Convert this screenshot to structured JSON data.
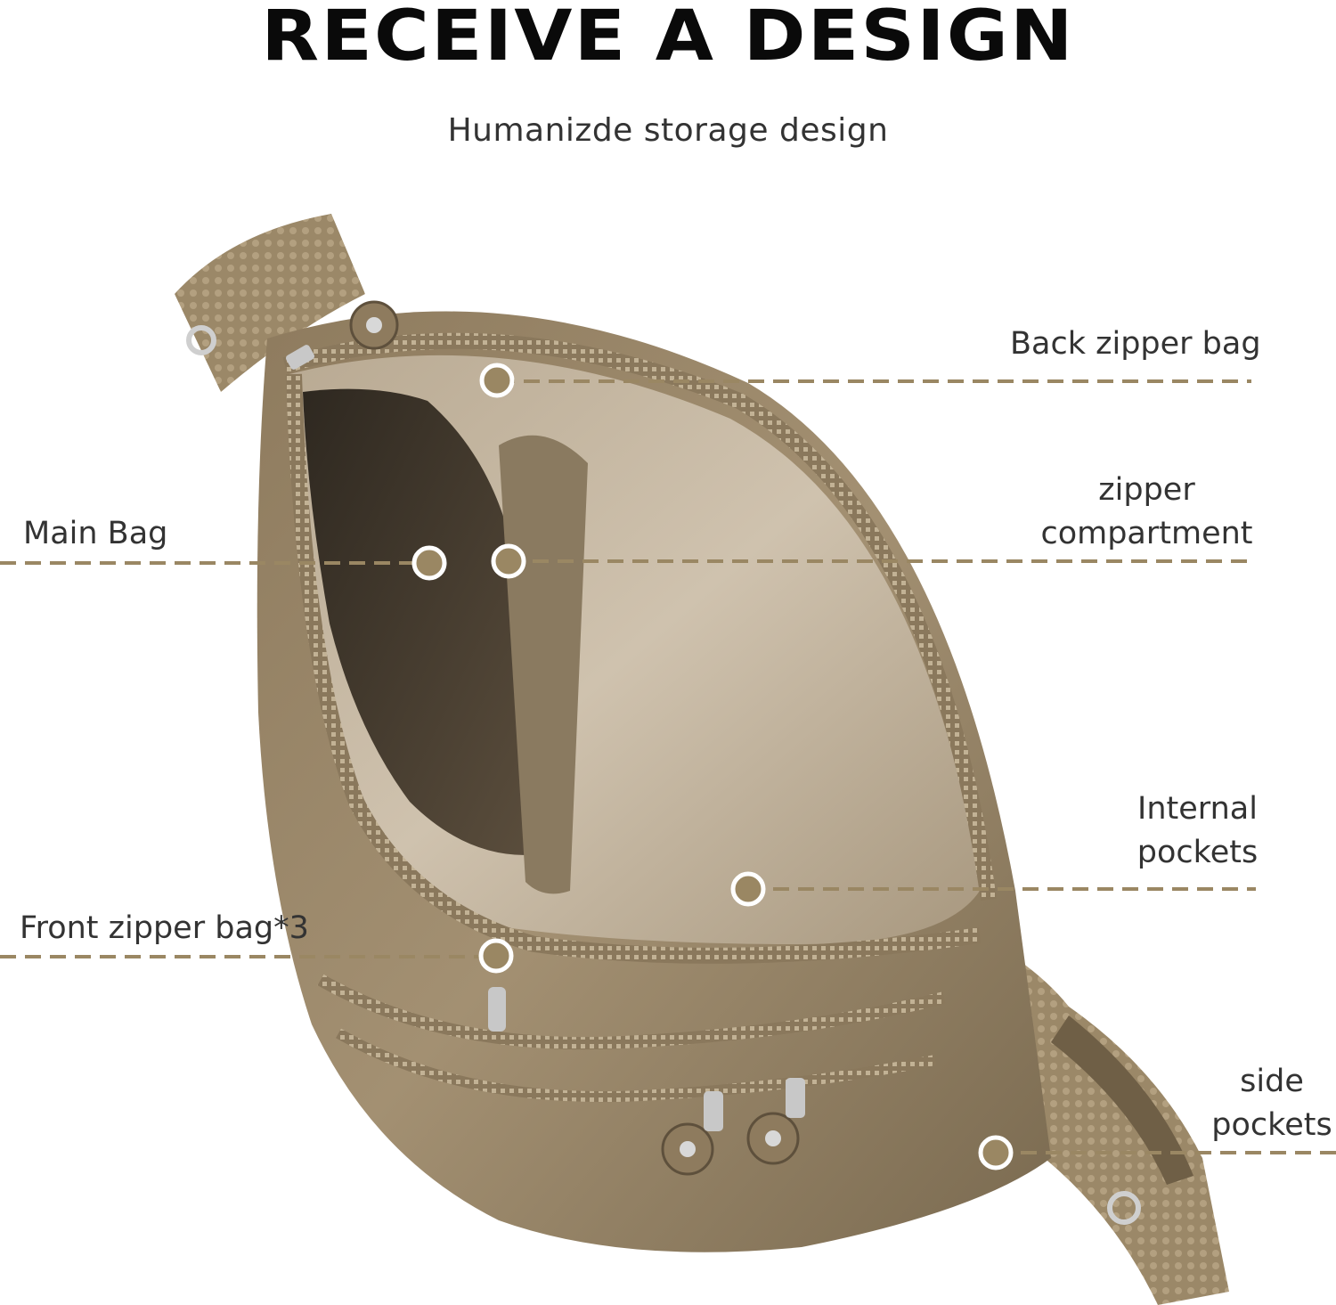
{
  "headline": "RECEIVE A DESIGN",
  "subtitle": "Humanizde storage design",
  "accent_color": "#9a8763",
  "callouts": {
    "back_zipper": "Back zipper bag",
    "zipper_compartment": [
      "zipper",
      "compartment"
    ],
    "main_bag": "Main Bag",
    "internal_pockets": [
      "Internal",
      "pockets"
    ],
    "front_zipper": "Front zipper bag*3",
    "side_pockets": [
      "side",
      "pockets"
    ]
  }
}
